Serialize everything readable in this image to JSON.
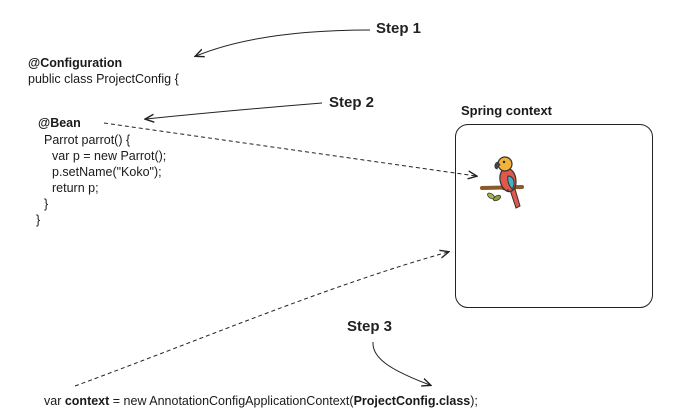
{
  "steps": {
    "step1": "Step 1",
    "step2": "Step 2",
    "step3": "Step 3"
  },
  "config_code": {
    "annotation": "@Configuration",
    "class_decl": "public class ProjectConfig {",
    "bean_annotation": "@Bean",
    "method_decl": "Parrot parrot() {",
    "line_var": "var p = new Parrot();",
    "line_setname": "p.setName(\"Koko\");",
    "line_return": "return p;",
    "close_method": "}",
    "close_class": "}"
  },
  "spring_context": {
    "label": "Spring context",
    "icon": "parrot-icon"
  },
  "bottom_code": {
    "prefix": "var ",
    "variable": "context",
    "middle": " = new AnnotationConfigApplicationContext(",
    "argument": "ProjectConfig.class",
    "suffix": ");"
  }
}
